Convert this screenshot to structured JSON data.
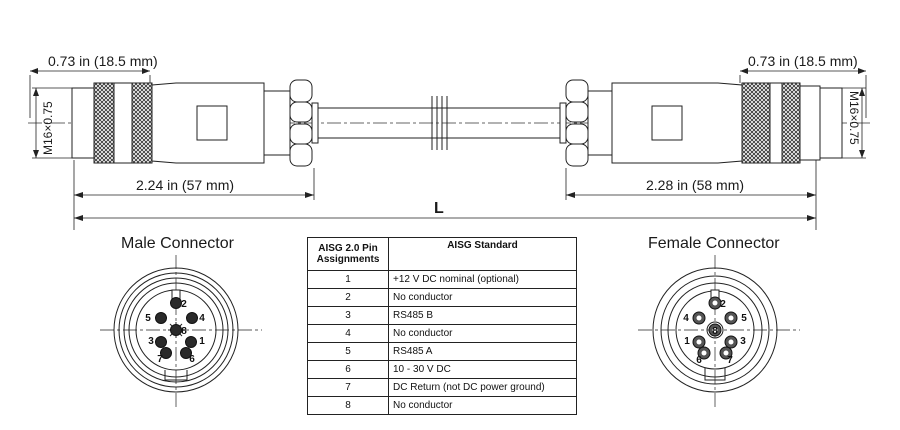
{
  "dimensions": {
    "left_top": "0.73 in (18.5 mm)",
    "right_top": "0.73 in (18.5 mm)",
    "left_bottom": "2.24 in (57 mm)",
    "right_bottom": "2.28 in (58 mm)",
    "overall": "L",
    "left_thread": "M16×0.75",
    "right_thread": "M16×0.75"
  },
  "male": {
    "title": "Male Connector",
    "pins": [
      "1",
      "2",
      "3",
      "4",
      "5",
      "6",
      "7",
      "8"
    ]
  },
  "female": {
    "title": "Female Connector",
    "pins": [
      "1",
      "2",
      "3",
      "4",
      "5",
      "6",
      "7",
      "8"
    ]
  },
  "table": {
    "header_pin": "AISG 2.0 Pin Assignments",
    "header_std": "AISG Standard",
    "rows": [
      {
        "pin": "1",
        "std": "+12 V DC nominal (optional)"
      },
      {
        "pin": "2",
        "std": "No conductor"
      },
      {
        "pin": "3",
        "std": "RS485 B"
      },
      {
        "pin": "4",
        "std": "No conductor"
      },
      {
        "pin": "5",
        "std": "RS485 A"
      },
      {
        "pin": "6",
        "std": "10 - 30 V DC"
      },
      {
        "pin": "7",
        "std": "DC Return (not DC power ground)"
      },
      {
        "pin": "8",
        "std": "No conductor"
      }
    ]
  }
}
